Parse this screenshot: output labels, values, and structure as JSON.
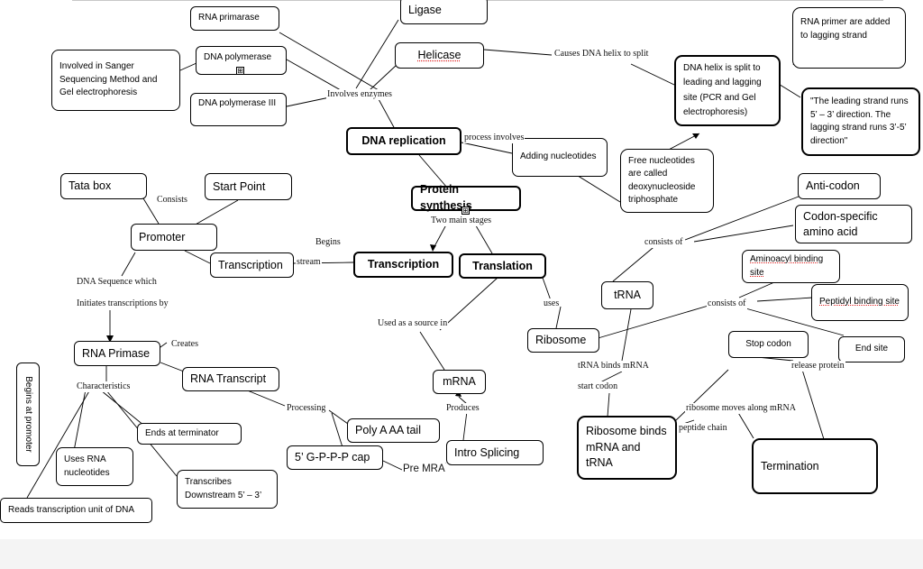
{
  "diagram": {
    "nodes": {
      "rna_primarase_top": "RNA primarase",
      "dna_polymerase": "DNA polymerase",
      "dna_polymerase_iii": "DNA polymerase III",
      "sanger": "Involved in Sanger Sequencing Method and Gel electrophoresis",
      "ligase": "Ligase",
      "helicase": "Helicase",
      "rna_primer_added": "RNA primer are added to lagging strand",
      "dna_helix_split": "DNA helix is split to leading and lagging site (PCR and Gel electrophoresis)",
      "leading_strand": "\"The leading strand runs 5’ – 3’ direction. The lagging strand runs 3’-5’ direction\"",
      "dna_replication": "DNA replication",
      "adding_nucleotides": "Adding nucleotides",
      "free_nucleotides": "Free nucleotides are called deoxynucleoside triphosphate",
      "tata_box": "Tata box",
      "start_point": "Start Point",
      "protein_synthesis": "Protein synthesis",
      "anti_codon": "Anti-codon",
      "codon_specific": "Codon-specific amino acid",
      "promoter": "Promoter",
      "transcription_small": "Transcription",
      "transcription_main": "Transcription",
      "translation": "Translation",
      "aminoacyl": "Aminoacyl binding site",
      "trna": "tRNA",
      "peptidyl": "Peptidyl binding site",
      "rna_primase": "RNA Primase",
      "ribosome": "Ribosome",
      "stop_codon": "Stop codon",
      "end_site": "End site",
      "rna_transcript": "RNA Transcript",
      "mrna": "mRNA",
      "ends_terminator": "Ends at terminator",
      "poly_a": "Poly A AA tail",
      "five_cap": "5’ G-P-P-P cap",
      "intro_splicing": "Intro Splicing",
      "ribosome_binds": "Ribosome binds mRNA and tRNA",
      "termination": "Termination",
      "uses_rna": "Uses RNA nucleotides",
      "transcribes": "Transcribes Downstream 5’ – 3’",
      "reads_unit": "Reads transcription unit of DNA",
      "begins_promoter": "Begins at promoter"
    },
    "labels": {
      "involves_enzymes": "Involves enzymes",
      "causes_split": "Causes DNA helix to split",
      "process_involves": "process involves",
      "consists": "Consists",
      "two_stages": "Two main stages",
      "begins": "Begins",
      "upstream": "stream",
      "consists_of_1": "consists of",
      "consists_of_2": "consists of",
      "dna_sequence": "DNA Sequence which",
      "initiates": "Initiates transcriptions by",
      "used_source": "Used as a source in",
      "uses": "uses",
      "creates": "Creates",
      "trna_binds": "tRNA binds mRNA",
      "release_protein": "release protein",
      "characteristics": "Characteristics",
      "start_codon": "start codon",
      "processing": "Processing",
      "produces": "Produces",
      "ribosome_moves": "ribosome moves along mRNA",
      "peptide_chain": "peptide chain",
      "pre_mra": "Pre MRA"
    },
    "expand_markers": [
      "⊞",
      "⊞"
    ]
  }
}
